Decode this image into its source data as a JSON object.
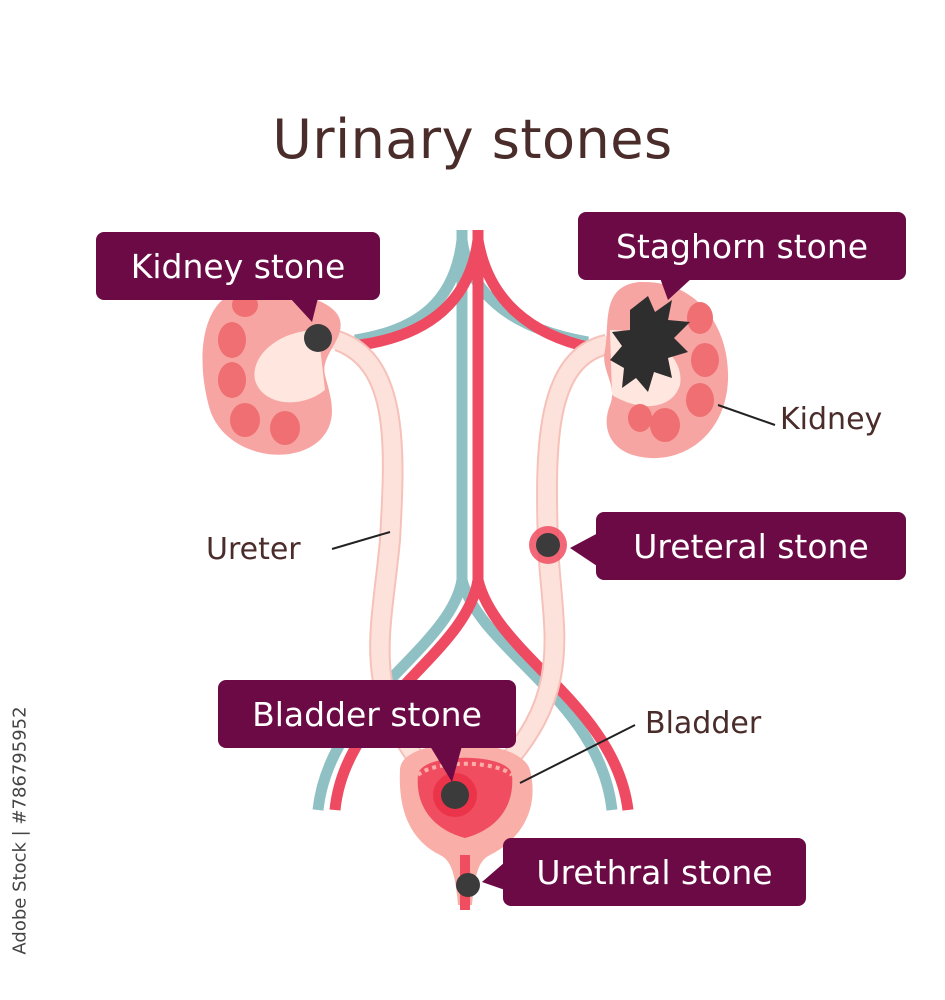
{
  "title": "Urinary stones",
  "labels": {
    "kidney_stone": "Kidney stone",
    "staghorn_stone": "Staghorn stone",
    "kidney": "Kidney",
    "ureter": "Ureter",
    "ureteral_stone": "Ureteral stone",
    "bladder_stone": "Bladder stone",
    "bladder": "Bladder",
    "urethral_stone": "Urethral stone"
  },
  "stock_id": "Adobe Stock | #786795952",
  "colors": {
    "callout_bg": "#6b0a45",
    "label_text": "#4a2c2a",
    "artery": "#ee4b63",
    "vein": "#8fc1c4",
    "kidney_fill": "#f7a5a3",
    "kidney_inner": "#ffe6df",
    "medulla": "#ef6f72",
    "ureter": "#fde2dc",
    "stone": "#3b3b3b",
    "bladder_fill": "#f9aea8",
    "bladder_inner": "#f04d61"
  }
}
